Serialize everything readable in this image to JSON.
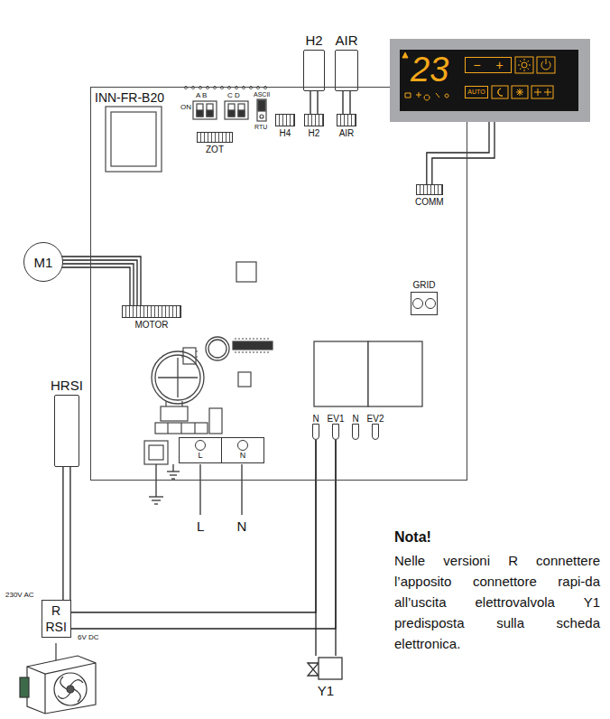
{
  "diagram": {
    "nodes": [
      {
        "text": [
          "H2"
        ]
      },
      {
        "text": [
          "AIR"
        ]
      },
      {
        "text": [
          "23",
          "−",
          "+",
          "AUTO"
        ]
      },
      {
        "text": [
          "INN-FR-B20"
        ]
      },
      {
        "text": [
          "H4"
        ],
        "in": 3
      },
      {
        "text": [
          "H2"
        ],
        "in": 3
      },
      {
        "text": [
          "AIR"
        ],
        "in": 3
      },
      {
        "text": [
          "ZOT"
        ],
        "in": 3
      },
      {
        "text": [
          "COMM"
        ],
        "in": 3
      },
      {
        "text": [
          "M1"
        ]
      },
      {
        "text": [
          "MOTOR"
        ],
        "in": 3
      },
      {
        "text": [
          "GRID"
        ],
        "in": 3
      },
      {
        "text": [
          "N",
          "EV1",
          "N",
          "EV2"
        ],
        "in": 3
      },
      {
        "text": [
          "L",
          "N"
        ],
        "in": 3
      },
      {
        "text": [
          "HRSI"
        ]
      },
      {
        "text": [
          "R",
          "RSI"
        ]
      },
      {
        "text": [
          "Y1"
        ]
      }
    ],
    "edges": [
      {
        "from": 0,
        "to": 5,
        "arrow": "none"
      },
      {
        "from": 1,
        "to": 6,
        "arrow": "none"
      },
      {
        "from": 2,
        "to": 8,
        "arrow": "none"
      },
      {
        "from": 9,
        "to": 10,
        "arrow": "none"
      },
      {
        "from": 12,
        "to": 16,
        "arrow": "none"
      },
      {
        "from": 15,
        "to": 12,
        "arrow": "none"
      },
      {
        "from": 14,
        "to": 15,
        "arrow": "none"
      }
    ],
    "labels": [
      "ON",
      "A B",
      "C D",
      "ASCII",
      "RTU",
      "L",
      "N",
      "230V AC",
      "6V DC",
      "Nota!",
      "Nelle versioni R connettere l’apposito connettore rapi-da all’uscita elettrovalvola Y1 predisposta sulla scheda elettronica."
    ]
  }
}
